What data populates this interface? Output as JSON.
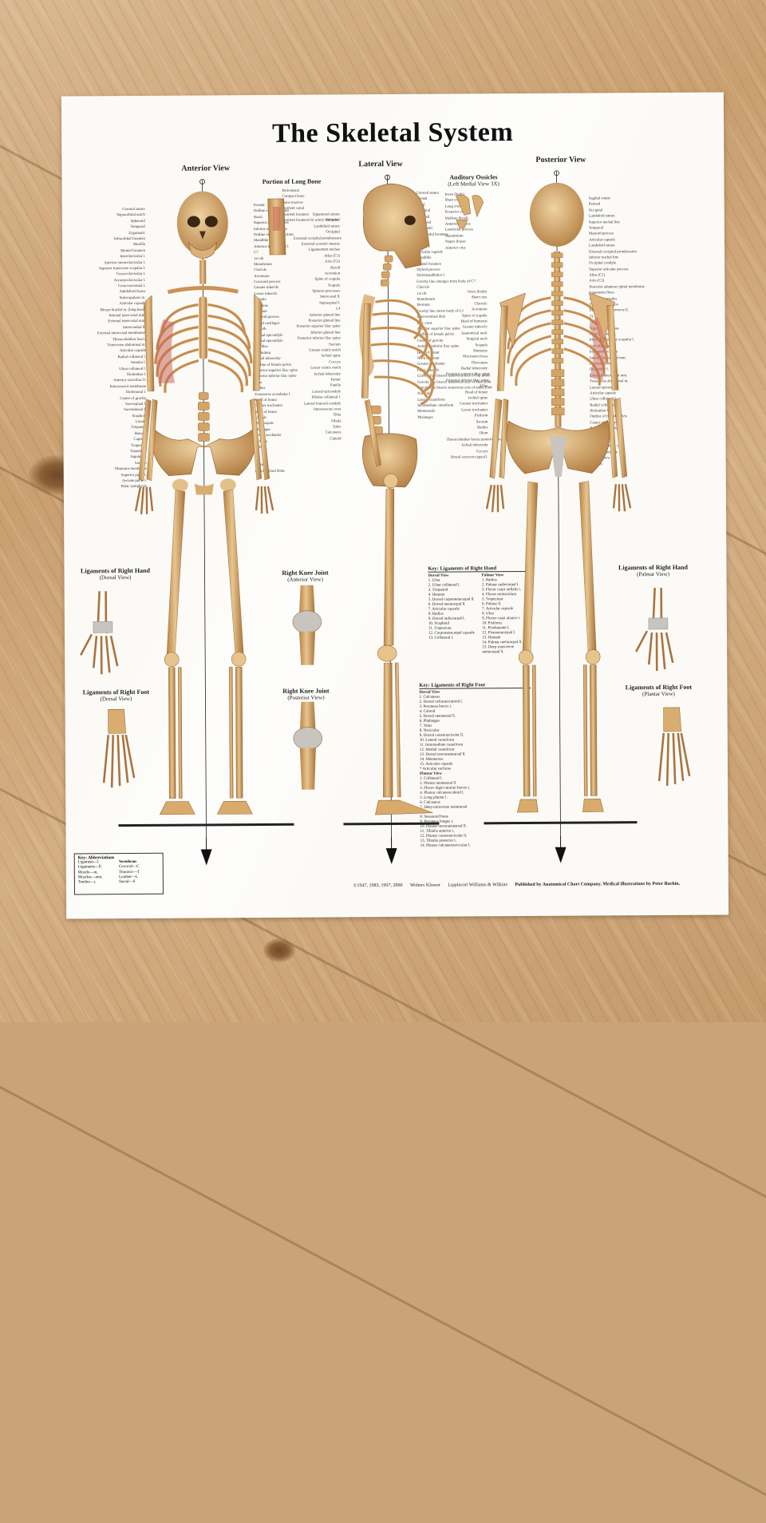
{
  "poster": {
    "title": "The Skeletal System",
    "views": {
      "anterior": "Anterior View",
      "lateral": "Lateral View",
      "posterior": "Posterior View"
    },
    "long_bone": {
      "title": "Portion of Long Bone",
      "labels": [
        "Periosteum",
        "Compact bone",
        "Bone marrow",
        "Nutrient canal",
        "Nutrient foramen",
        "Nutrient foramen for artery and vein"
      ]
    },
    "ossicles": {
      "title": "Auditory Ossicles",
      "subtitle": "(Left Medial View 3X)",
      "labels": [
        "Incus (body)",
        "Short crus",
        "Long crus",
        "Posterior crus",
        "Malleus (head)",
        "Anterior process",
        "Lenticular process",
        "Manubrium",
        "Stapes (base)",
        "Anterior crus"
      ]
    },
    "anterior_left_labels": [
      "Coronal suture",
      "Supraorbital notch",
      "Sphenoid",
      "Temporal",
      "Zygomatic",
      "Infraorbital foramen",
      "Maxilla",
      "Mental foramen",
      "Interclavicular l.",
      "Anterior sternoclavicular l.",
      "Superior transverse scapular l.",
      "Coracoclavicular l.",
      "Acromioclavicular l.",
      "Coracoacromial l.",
      "Subdeltoid bursa",
      "Subscapularis m.",
      "Articular capsule",
      "Biceps brachii m. (long head)",
      "Internal intercostal mm.",
      "External intercostal mm.",
      "Intercondral ll.",
      "External intercostal membranes",
      "Thoracolumbar fascia",
      "Transverse abdominal m.",
      "Articular capsule",
      "Radial collateral l.",
      "Annular l.",
      "Ulnar collateral l.",
      "Iliolumbar l.",
      "Anterior sacroiliac ll.",
      "Interosseous membrane",
      "Iliofemoral l.",
      "Center of gravity",
      "Sacrospinal l.",
      "Sacrotuberal l.",
      "Scaphoid",
      "Lunate",
      "Triquetral",
      "Hamate",
      "Capitate",
      "Trapezoid",
      "Trapezium",
      "Inguinal l.",
      "Sacrum",
      "Obturator membrane",
      "Superior pubic l.",
      "Arcuate pubic l.",
      "Pubic symphysis"
    ],
    "anterior_right_labels": [
      "Frontal",
      "Outline of frontal sinus",
      "Nasal",
      "Superior orbital fissure",
      "Inferior orbital fissure",
      "Outline of maxillary sinus",
      "Mandible",
      "Anterior longitudinal l.",
      "C7",
      "1st rib",
      "Manubrium",
      "Clavicle",
      "Acromion",
      "Coracoid process",
      "Greater tubercle",
      "Lesser tubercle",
      "Scapula",
      "Humerus",
      "Sternum",
      "Xiphoid process",
      "Costal cartilages",
      "12th rib",
      "Medial epicondyle",
      "Lateral epicondyle",
      "Trochlea",
      "Capitulum",
      "Radial tuberosity",
      "Outline of female pelvis",
      "Anterior superior iliac spine",
      "Anterior inferior iliac spine",
      "Ulna",
      "Radius",
      "Transverse acetabular l.",
      "Head of femur",
      "Greater trochanter",
      "Neck of femur",
      "Carpals",
      "Metacarpals",
      "Phalanges",
      "Lesser trochanter",
      "Ischium",
      "Pubis",
      "L1",
      "S1",
      "Ilium",
      "Intervertebral disks"
    ],
    "lateral_left_labels": [
      "Squamosal suture",
      "Temporal",
      "Lambdoid suture",
      "Occipital",
      "External occipital protuberance",
      "External acoustic meatus",
      "Ligamentum nuchae",
      "Atlas (C1)",
      "Axis (C2)",
      "Hyoid",
      "Acromion",
      "Spine of scapula",
      "Scapula",
      "Spinous processes",
      "Intercostal ll.",
      "Supraspinal l.",
      "L4",
      "Anterior gluteal line",
      "Posterior gluteal line",
      "Posterior superior iliac spine",
      "Inferior gluteal line",
      "Posterior inferior iliac spine",
      "Sacrum",
      "Greater sciatic notch",
      "Ischial spine",
      "Coccyx",
      "Lesser sciatic notch",
      "Ischial tuberosity",
      "Femur",
      "Patella",
      "Lateral epicondyle",
      "Fibular collateral l.",
      "Lateral femoral condyle",
      "Interosseous crest",
      "Tibia",
      "Fibula",
      "Talus",
      "Calcaneus",
      "Cuboid"
    ],
    "lateral_right_labels": [
      "Coronal suture",
      "Frontal",
      "Nasal",
      "Lacrimal",
      "Ethmoid",
      "Sphenoid",
      "Zygomatic",
      "Infraorbital foramen",
      "Maxilla",
      "Lateral l.",
      "Articular capsule",
      "Mandible",
      "Mental foramen",
      "Styloid process",
      "Stylomandibular l.",
      "Gravity line emerges from body of C7",
      "Clavicle",
      "1st rib",
      "Manubrium",
      "Sternum",
      "Gravity line enters body of L3",
      "Intervertebral disk",
      "Iliac crest",
      "Anterior superior iliac spine",
      "Outline of female pelvis",
      "Center of gravity",
      "Anterior inferior iliac spine",
      "Head of femur",
      "Neck of femur",
      "Greater trochanter",
      "Pubic tubercle",
      "Gravity line bisects transverse axis of hip joints",
      "Gravity line bisects transverse axis of knee joint",
      "Gravity line bisects transverse axis of ankle joint",
      "Navicular",
      "Lateral cuneiform",
      "Intermediate cuneiform",
      "Metatarsals",
      "Phalanges"
    ],
    "posterior_left_labels": [
      "Incus (body)",
      "Short crus",
      "Clavicle",
      "Acromion",
      "Spine of scapula",
      "Head of humerus",
      "Greater tubercle",
      "Anatomical neck",
      "Surgical neck",
      "Scapula",
      "Humerus",
      "Olecranon fossa",
      "Olecranon",
      "Radial tuberosity",
      "Posterior superior iliac spine",
      "Posterior inferior iliac spine",
      "Ulna",
      "Head of femur",
      "Ischial spine",
      "Greater trochanter",
      "Lesser trochanter",
      "Pisiform",
      "Sacrum",
      "Radius",
      "Ilium",
      "Thoracolumbar fascia (anterior layer)",
      "Ischial tuberosity",
      "Coccyx",
      "Dorsal sacrococcygeal l."
    ],
    "posterior_right_labels": [
      "Sagittal suture",
      "Parietal",
      "Occipital",
      "Lambdoid suture",
      "Superior nuchal line",
      "Temporal",
      "Mastoid process",
      "Articular capsule",
      "Lambdoid suture",
      "External occipital protuberance",
      "Inferior nuchal line",
      "Occipital condyle",
      "Superior articular process",
      "Atlas (C1)",
      "Axis (C2)",
      "Posterior atlantooccipital membrane",
      "Ligamenta flava",
      "Articular capsules",
      "Transverse process",
      "Lateral costotransverse ll.",
      "T1",
      "1st rib",
      "Supraspinous fossa",
      "Coracohumeral l.",
      "Inferior transverse scapular l.",
      "Articular capsule",
      "Infraspinous fossa",
      "Internal intercostal mm.",
      "Intertransverse ll.",
      "Iliolumbar l.",
      "External intercostal mm.",
      "Transverse abdominal m.",
      "Lateral epicondyle",
      "Articular capsule",
      "Ulnar collateral l.",
      "Radial collateral l.",
      "Iliolumbar l.",
      "Outline of female pelvis",
      "Center of gravity",
      "Posterior sacroiliac ll.",
      "Ischiofemoral l.",
      "Sacrotuberal l.",
      "Intertrochanteric crest",
      "Gluteal tuberosity",
      "Linea aspera",
      "12th rib",
      "L1"
    ],
    "hand_dorsal": {
      "title": "Ligaments of Right Hand",
      "subtitle": "(Dorsal View)"
    },
    "hand_palmar": {
      "title": "Ligaments of Right Hand",
      "subtitle": "(Palmar View)"
    },
    "knee_anterior": {
      "title": "Right Knee Joint",
      "subtitle": "(Anterior View)"
    },
    "knee_posterior": {
      "title": "Right Knee Joint",
      "subtitle": "(Posterior View)"
    },
    "foot_dorsal": {
      "title": "Ligaments of Right Foot",
      "subtitle": "(Dorsal View)"
    },
    "foot_plantar": {
      "title": "Ligaments of Right Foot",
      "subtitle": "(Plantar View)"
    },
    "key_hand": {
      "title": "Key: Ligaments of Right Hand",
      "dorsal_title": "Dorsal View",
      "dorsal": [
        "1. Ulna",
        "2. Ulnar collateral l.",
        "3. Triquetral",
        "4. Hamate",
        "5. Dorsal carpometacarpal ll.",
        "6. Dorsal metacarpal ll.",
        "7. Articular capsule",
        "8. Radius",
        "9. Dorsal radiocarpal l.",
        "10. Scaphoid",
        "11. Trapezium",
        "12. Carpometacarpal capsule",
        "13. Collateral l."
      ],
      "palmar_title": "Palmar View",
      "palmar": [
        "1. Radius",
        "2. Palmar radiocarpal l.",
        "3. Flexor carpi radialis t.",
        "4. Flexor retinaculum",
        "5. Trapezium",
        "6. Palmar ll.",
        "7. Articular capsule",
        "8. Ulna",
        "9. Flexor carpi ulnaris t.",
        "10. Pisiform",
        "11. Pisohamate l.",
        "12. Pisometacarpal l.",
        "13. Hamate",
        "14. Palmar metacarpal ll.",
        "15. Deep transverse metacarpal ll."
      ]
    },
    "key_foot": {
      "title": "Key: Ligaments of Right Foot",
      "dorsal_title": "Dorsal View",
      "dorsal": [
        "1. Calcaneus",
        "2. Dorsal calcaneocuboid l.",
        "3. Peroneus brevis t.",
        "4. Cuboid",
        "5. Dorsal metatarsal ll.",
        "6. Phalanges",
        "7. Talus",
        "8. Navicular",
        "9. Dorsal cuneonavicular ll.",
        "10. Lateral cuneiform",
        "11. Intermediate cuneiform",
        "12. Medial cuneiform",
        "13. Dorsal tarsometatarsal ll.",
        "14. Metatarsus",
        "15. Articular capsule",
        "* Articular surfaces"
      ],
      "plantar_title": "Plantar View",
      "plantar": [
        "1. Collateral l.",
        "2. Plantar metatarsal ll.",
        "3. Flexor digiti minimi brevis t.",
        "4. Plantar calcaneocuboid l.",
        "5. Long plantar l.",
        "6. Calcaneus",
        "7. Deep transverse metatarsal ll.",
        "8. Sesamoid bone",
        "9. Peroneus longus t.",
        "10. Plantar tarsometatarsal ll.",
        "11. Tibialis anterior t.",
        "12. Plantar cuneonavicular ll.",
        "13. Tibialis posterior t.",
        "14. Plantar calcaneonavicular l."
      ]
    },
    "abbreviations": {
      "title": "Key: Abbreviations",
      "col1": [
        "Ligament—l.",
        "Ligaments—ll.",
        "Muscle—m.",
        "Muscles—mm.",
        "Tendon—t."
      ],
      "col2_title": "Vertebrae:",
      "col2": [
        "Cervical—C",
        "Thoracic—T",
        "Lumbar—L",
        "Sacral—S"
      ]
    },
    "footer": {
      "copyright": "©1947, 1983, 1997, 2000",
      "publisher_logo": "Wolters Kluwer",
      "publisher": "Lippincott Williams & Wilkins",
      "credit": "Published by Anatomical Chart Company. Medical illustrations by Peter Bachin."
    },
    "colors": {
      "bone": "#d9aa6a",
      "bone_dark": "#a8743a",
      "ligament": "#c8c4bf",
      "muscle": "#c96a5a",
      "paper": "#fbfaf6",
      "wood": "#c99f70"
    }
  }
}
